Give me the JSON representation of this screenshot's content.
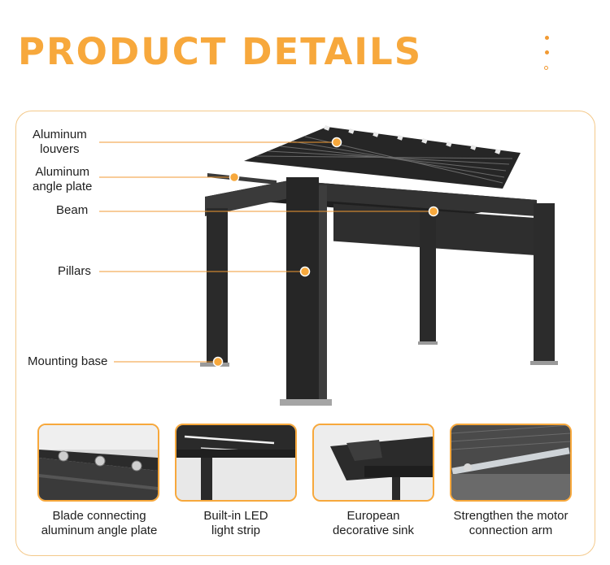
{
  "title": "PRODUCT DETAILS",
  "colors": {
    "accent": "#f7a83c",
    "frame": "#f4c98a",
    "structure": "#2b2b2b"
  },
  "callouts": [
    {
      "line1": "Aluminum",
      "line2": "louvers"
    },
    {
      "line1": "Aluminum",
      "line2": "angle plate"
    },
    {
      "line1": "Beam",
      "line2": ""
    },
    {
      "line1": "Pillars",
      "line2": ""
    },
    {
      "line1": "Mounting base",
      "line2": ""
    }
  ],
  "details": [
    {
      "line1": "Blade connecting",
      "line2": "aluminum angle plate"
    },
    {
      "line1": "Built-in LED",
      "line2": "light strip"
    },
    {
      "line1": "European",
      "line2": "decorative sink"
    },
    {
      "line1": "Strengthen the motor",
      "line2": "connection arm"
    }
  ]
}
